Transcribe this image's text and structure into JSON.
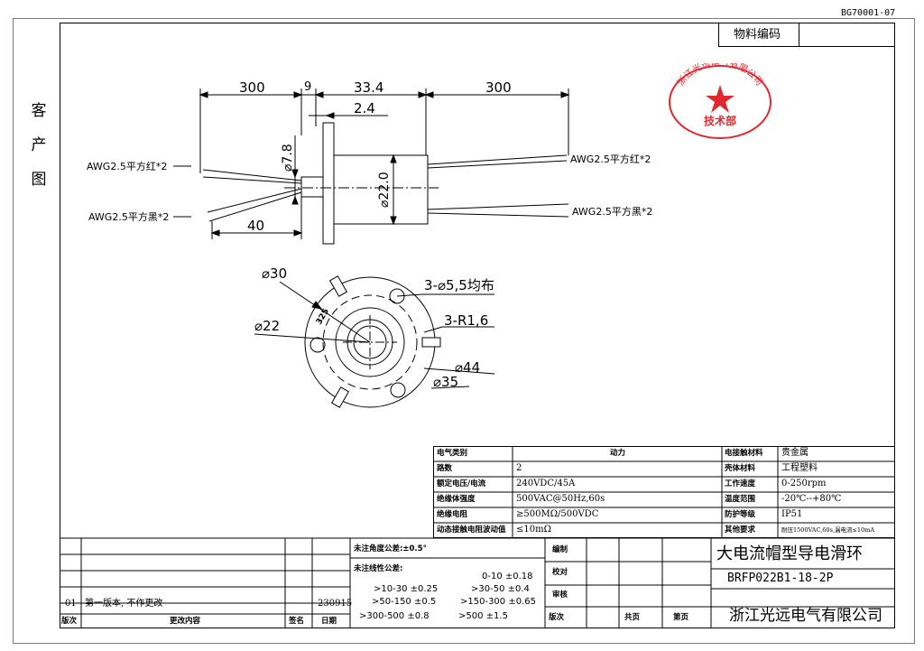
{
  "drawing_number": "BG70001-07",
  "material_code_label": "物料编码",
  "side_label": [
    "客",
    "产",
    "图"
  ],
  "stamp": {
    "company": "浙江光远电气有限公司",
    "dept": "技术部",
    "color": "#e0282e"
  },
  "dims": {
    "lead_left": "300",
    "flange_gap": "9",
    "body_length": "33.4",
    "lead_right": "300",
    "flange_thk": "2.4",
    "shaft_dia": "⌀7.8",
    "body_dia": "⌀22.0",
    "strip_len": "40",
    "outer_dia": "⌀30",
    "inner_dia": "⌀22",
    "holes": "3-⌀5,5均布",
    "slots": "3-R1,6",
    "flange_dia": "⌀44",
    "pcd": "⌀35",
    "small_tag": "325"
  },
  "wires": {
    "left_red": "AWG2.5平方红*2",
    "left_black": "AWG2.5平方黑*2",
    "right_red": "AWG2.5平方红*2",
    "right_black": "AWG2.5平方黑*2"
  },
  "spec": {
    "rows": [
      {
        "l1": "电气类别",
        "v1": "动力",
        "l2": "电接触材料",
        "v2": "贵金属"
      },
      {
        "l1": "路数",
        "v1": "2",
        "l2": "壳体材料",
        "v2": "工程塑料"
      },
      {
        "l1": "额定电压/电流",
        "v1": "240VDC/45A",
        "l2": "工作速度",
        "v2": "0-250rpm"
      },
      {
        "l1": "绝缘体强度",
        "v1": "500VAC@50Hz,60s",
        "l2": "温度范围",
        "v2": "-20℃--+80℃"
      },
      {
        "l1": "绝缘电阻",
        "v1": "≥500MΩ/500VDC",
        "l2": "防护等级",
        "v2": "IP51"
      },
      {
        "l1": "动态接触电阻波动值",
        "v1": "≤10mΩ",
        "l2": "其他要求",
        "v2": "耐压1500VAC,60s,漏电流≤10mA"
      }
    ]
  },
  "tolerance": {
    "angle": "未注角度公差:±0.5°",
    "linear_label": "未注线性公差:",
    "items": [
      "0-10 ±0.18",
      ">10-30 ±0.25",
      ">30-50 ±0.4",
      ">50-150 ±0.5",
      ">150-300 ±0.65",
      ">300-500 ±0.8",
      ">500 ±1.5"
    ]
  },
  "revision": {
    "index": "01",
    "content": "第一版本, 不作更改",
    "date": "230915",
    "col_version": "版次",
    "col_content": "更改内容",
    "col_sign": "签名",
    "col_date": "日期"
  },
  "approval": {
    "draw": "编制",
    "check": "校对",
    "review": "审核",
    "version": "版次",
    "total_pages": "共页",
    "page": "第页"
  },
  "title_block": {
    "title": "大电流帽型导电滑环",
    "part_number": "BRFP022B1-18-2P",
    "company": "浙江光远电气有限公司"
  }
}
